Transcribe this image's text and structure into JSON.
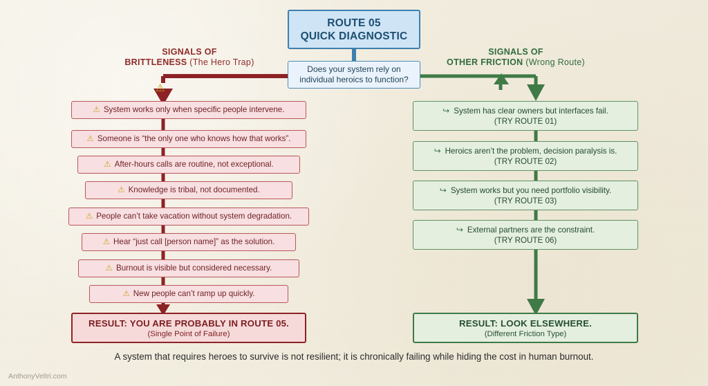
{
  "title": {
    "line1": "ROUTE 05",
    "line2": "QUICK DIAGNOSTIC"
  },
  "question": {
    "line1": "Does your system rely on",
    "line2": "individual heroics to function?"
  },
  "branches": {
    "left": {
      "heading_line1": "SIGNALS OF",
      "heading_line2": "BRITTLENESS",
      "heading_note": "(The Hero Trap)",
      "color": "#8f2b28",
      "items": [
        "System works only when specific people intervene.",
        "Someone is “the only one who knows how that works”.",
        "After-hours calls are routine, not exceptional.",
        "Knowledge is tribal, not documented.",
        "People can’t take vacation without system degradation.",
        "Hear “just call [person name]” as the solution.",
        "Burnout is visible but considered necessary.",
        "New people can’t ramp up quickly."
      ],
      "result_title": "RESULT: YOU ARE PROBABLY IN ROUTE 05.",
      "result_sub": "(Single Point of Failure)"
    },
    "right": {
      "heading_line1": "SIGNALS OF",
      "heading_line2": "OTHER FRICTION",
      "heading_note": "(Wrong Route)",
      "color": "#2f6b3c",
      "items": [
        {
          "text": "System has clear owners but interfaces fail.",
          "route": "(TRY ROUTE 01)"
        },
        {
          "text": "Heroics aren’t the problem, decision paralysis is.",
          "route": "(TRY ROUTE 02)"
        },
        {
          "text": "System works but you need portfolio visibility.",
          "route": "(TRY ROUTE 03)"
        },
        {
          "text": "External partners are the constraint.",
          "route": "(TRY ROUTE 06)"
        }
      ],
      "result_title": "RESULT: LOOK ELSEWHERE.",
      "result_sub": "(Different Friction Type)"
    }
  },
  "icons": {
    "warning": "⚠",
    "right_arrow": "↪"
  },
  "caption": "A system that requires heroes to survive is not resilient; it is chronically failing while hiding the cost in human burnout.",
  "watermark": "AnthonyVeltri.com"
}
